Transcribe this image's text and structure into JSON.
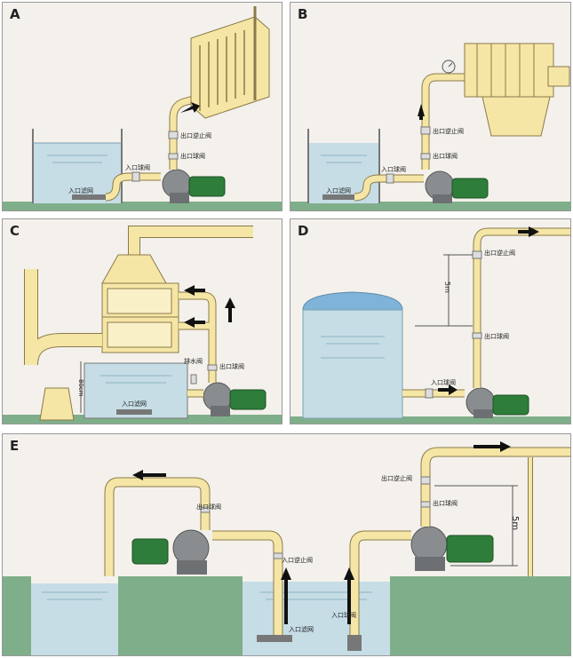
{
  "panels": {
    "a": {
      "label": "A",
      "inlet_filter": "入口滤网",
      "inlet_valve": "入口球阀",
      "outlet_valve": "出口球阀",
      "outlet_check": "出口逆止阀"
    },
    "b": {
      "label": "B",
      "inlet_filter": "入口滤网",
      "inlet_valve": "入口球阀",
      "outlet_valve": "出口球阀",
      "outlet_check": "出口逆止阀"
    },
    "c": {
      "label": "C",
      "drain_valve": "排水阀",
      "outlet_valve": "出口球阀",
      "inlet_filter": "入口滤网",
      "height": "80cm"
    },
    "d": {
      "label": "D",
      "outlet_check": "出口逆止阀",
      "outlet_valve": "出口球阀",
      "inlet_valve": "入口球阀",
      "height": "5m"
    },
    "e": {
      "label": "E",
      "outlet_valve_left": "出口球阀",
      "inlet_check": "入口逆止阀",
      "inlet_filter": "入口滤网",
      "inlet_valve": "入口球阀",
      "outlet_check": "出口逆止阀",
      "outlet_valve_right": "出口球阀",
      "height": "5m"
    }
  },
  "colors": {
    "pipe": "#f6e6a6",
    "pipe_edge": "#8a7a4a",
    "water": "#c6dde6",
    "ground": "#7faf8a",
    "motor": "#2e7d3a",
    "pump": "#8a8d90",
    "tank_blue": "#7fb3d8"
  }
}
